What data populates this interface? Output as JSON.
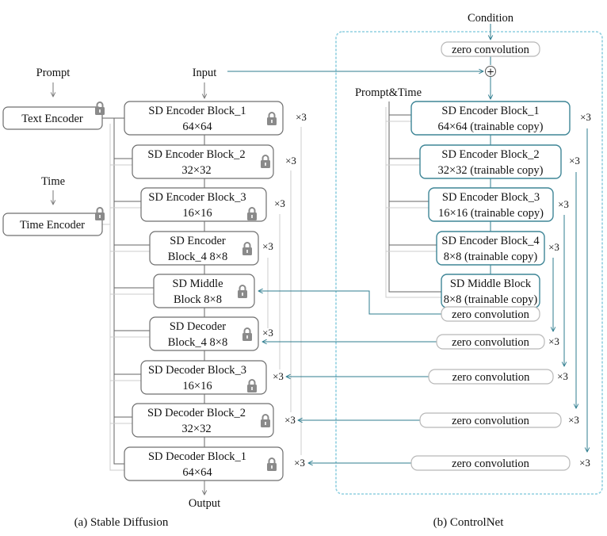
{
  "colors": {
    "frozen_border": "#6f6f6f",
    "trainable_border": "#3e8596",
    "zero_conv_border": "#b8b8b8",
    "teal_line": "#2f7d8f",
    "dark_line": "#666666",
    "light_line": "#cccccc",
    "dotted_frame": "#8fcfe0",
    "lock": "#8a8a8a"
  },
  "inputs": {
    "prompt": "Prompt",
    "time": "Time",
    "input": "Input",
    "output": "Output",
    "condition": "Condition",
    "prompt_time": "Prompt&Time"
  },
  "encoders": [
    {
      "label": "Text Encoder",
      "locked": true
    },
    {
      "label": "Time Encoder",
      "locked": true
    }
  ],
  "sd_blocks": [
    {
      "line1": "SD Encoder Block_1",
      "line2": "64×64",
      "locked": true,
      "mult": "×3"
    },
    {
      "line1": "SD Encoder Block_2",
      "line2": "32×32",
      "locked": true,
      "mult": "×3"
    },
    {
      "line1": "SD Encoder Block_3",
      "line2": "16×16",
      "locked": true,
      "mult": "×3"
    },
    {
      "line1": "SD Encoder",
      "line2": "Block_4 8×8",
      "locked": true,
      "mult": "×3"
    },
    {
      "line1": "SD Middle",
      "line2": "Block 8×8",
      "locked": true,
      "mult": ""
    },
    {
      "line1": "SD Decoder",
      "line2": "Block_4 8×8",
      "locked": true,
      "mult": "×3"
    },
    {
      "line1": "SD Decoder Block_3",
      "line2": "16×16",
      "locked": true,
      "mult": "×3"
    },
    {
      "line1": "SD Decoder Block_2",
      "line2": "32×32",
      "locked": true,
      "mult": "×3"
    },
    {
      "line1": "SD Decoder Block_1",
      "line2": "64×64",
      "locked": true,
      "mult": "×3"
    }
  ],
  "cn_blocks": [
    {
      "line1": "SD Encoder Block_1",
      "line2": "64×64 (trainable copy)",
      "mult": "×3"
    },
    {
      "line1": "SD Encoder Block_2",
      "line2": "32×32 (trainable copy)",
      "mult": "×3"
    },
    {
      "line1": "SD Encoder Block_3",
      "line2": "16×16 (trainable copy)",
      "mult": "×3"
    },
    {
      "line1": "SD Encoder Block_4",
      "line2": "8×8 (trainable copy)",
      "mult": "×3"
    },
    {
      "line1": "SD Middle Block",
      "line2": "8×8 (trainable copy)",
      "mult": ""
    }
  ],
  "zero_convs": [
    {
      "label": "zero convolution",
      "mult": ""
    },
    {
      "label": "zero convolution",
      "mult": ""
    },
    {
      "label": "zero convolution",
      "mult": "×3"
    },
    {
      "label": "zero convolution",
      "mult": "×3"
    },
    {
      "label": "zero convolution",
      "mult": "×3"
    },
    {
      "label": "zero convolution",
      "mult": "×3"
    }
  ],
  "plus_symbol": "+",
  "captions": {
    "a": "(a) Stable Diffusion",
    "b": "(b) ControlNet"
  }
}
